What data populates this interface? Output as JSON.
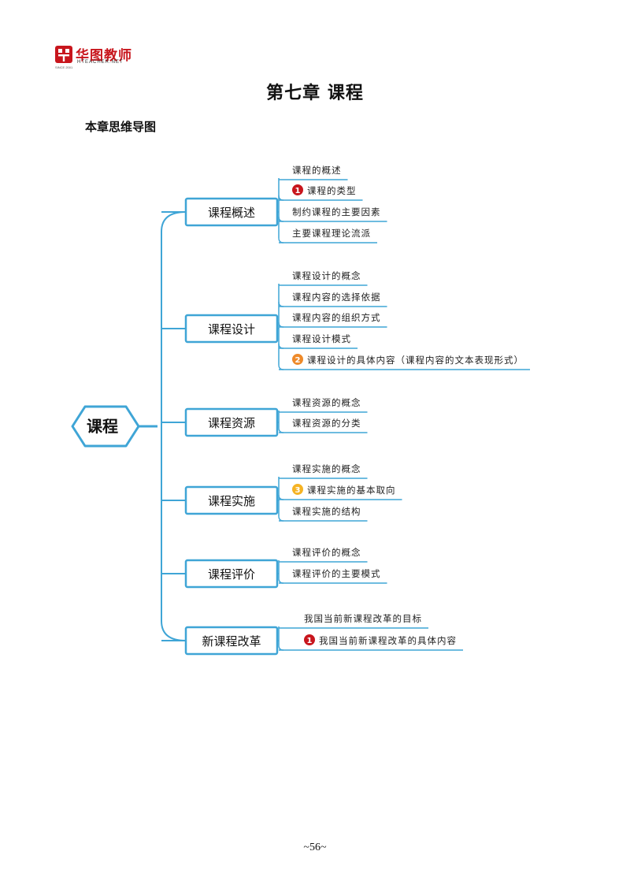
{
  "logo": {
    "name": "华图教师",
    "site": "HTEACHER.NET",
    "since": "SINCE 2001",
    "brand_color": "#c8161d"
  },
  "chapter_title": "第七章  课程",
  "section_title": "本章思维导图",
  "colors": {
    "line": "#3fa5d6",
    "badge_red": "#c8161d",
    "badge_orange": "#ee8a2a",
    "badge_yellow": "#f5b324"
  },
  "mindmap": {
    "root": "课程",
    "branches": [
      {
        "label": "课程概述",
        "leaves": [
          {
            "text": "课程的概述"
          },
          {
            "text": "课程的类型",
            "badge": "1",
            "badge_color": "red"
          },
          {
            "text": "制约课程的主要因素"
          },
          {
            "text": "主要课程理论流派"
          }
        ]
      },
      {
        "label": "课程设计",
        "leaves": [
          {
            "text": "课程设计的概念"
          },
          {
            "text": "课程内容的选择依据"
          },
          {
            "text": "课程内容的组织方式"
          },
          {
            "text": "课程设计模式"
          },
          {
            "text": "课程设计的具体内容（课程内容的文本表现形式）",
            "badge": "2",
            "badge_color": "orange"
          }
        ]
      },
      {
        "label": "课程资源",
        "leaves": [
          {
            "text": "课程资源的概念"
          },
          {
            "text": "课程资源的分类"
          }
        ]
      },
      {
        "label": "课程实施",
        "leaves": [
          {
            "text": "课程实施的概念"
          },
          {
            "text": "课程实施的基本取向",
            "badge": "3",
            "badge_color": "yellow"
          },
          {
            "text": "课程实施的结构"
          }
        ]
      },
      {
        "label": "课程评价",
        "leaves": [
          {
            "text": "课程评价的概念"
          },
          {
            "text": "课程评价的主要模式"
          }
        ]
      },
      {
        "label": "新课程改革",
        "leaves": [
          {
            "text": "我国当前新课程改革的目标"
          },
          {
            "text": "我国当前新课程改革的具体内容",
            "badge": "1",
            "badge_color": "red"
          }
        ]
      }
    ]
  },
  "page_number": "~56~"
}
